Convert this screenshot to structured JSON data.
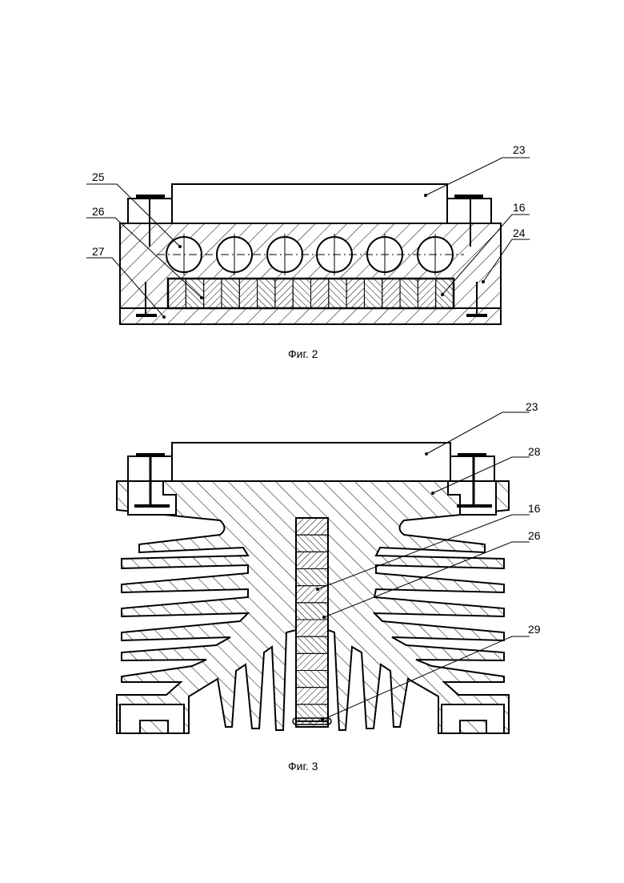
{
  "figures": [
    {
      "caption": "Фиг. 2",
      "labels": {
        "l23": "23",
        "l25": "25",
        "l26": "26",
        "l16": "16",
        "l24": "24",
        "l27": "27"
      }
    },
    {
      "caption": "Фиг. 3",
      "labels": {
        "l23": "23",
        "l28": "28",
        "l16": "16",
        "l26": "26",
        "l29": "29"
      }
    }
  ]
}
